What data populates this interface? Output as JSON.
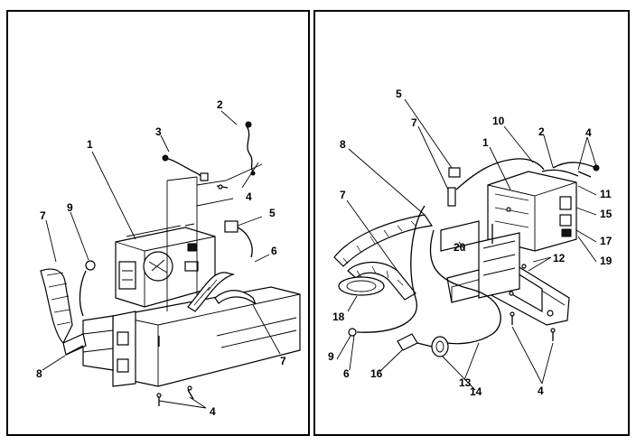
{
  "left_panel": {
    "labels": [
      {
        "key": "l1",
        "text": "1"
      },
      {
        "key": "l2",
        "text": "2"
      },
      {
        "key": "l3",
        "text": "3"
      },
      {
        "key": "l4a",
        "text": "4"
      },
      {
        "key": "l4b",
        "text": "4"
      },
      {
        "key": "l5",
        "text": "5"
      },
      {
        "key": "l6",
        "text": "6"
      },
      {
        "key": "l7a",
        "text": "7"
      },
      {
        "key": "l7b",
        "text": "7"
      },
      {
        "key": "l8",
        "text": "8"
      },
      {
        "key": "l9",
        "text": "9"
      }
    ]
  },
  "right_panel": {
    "labels": [
      {
        "key": "r1",
        "text": "1"
      },
      {
        "key": "r2",
        "text": "2"
      },
      {
        "key": "r4a",
        "text": "4"
      },
      {
        "key": "r4b",
        "text": "4"
      },
      {
        "key": "r5",
        "text": "5"
      },
      {
        "key": "r6",
        "text": "6"
      },
      {
        "key": "r7a",
        "text": "7"
      },
      {
        "key": "r7b",
        "text": "7"
      },
      {
        "key": "r8",
        "text": "8"
      },
      {
        "key": "r9",
        "text": "9"
      },
      {
        "key": "r10",
        "text": "10"
      },
      {
        "key": "r11",
        "text": "11"
      },
      {
        "key": "r12",
        "text": "12"
      },
      {
        "key": "r13",
        "text": "13"
      },
      {
        "key": "r14",
        "text": "14"
      },
      {
        "key": "r15",
        "text": "15"
      },
      {
        "key": "r16",
        "text": "16"
      },
      {
        "key": "r17",
        "text": "17"
      },
      {
        "key": "r18",
        "text": "18"
      },
      {
        "key": "r19",
        "text": "19"
      },
      {
        "key": "r20",
        "text": "20"
      }
    ]
  }
}
